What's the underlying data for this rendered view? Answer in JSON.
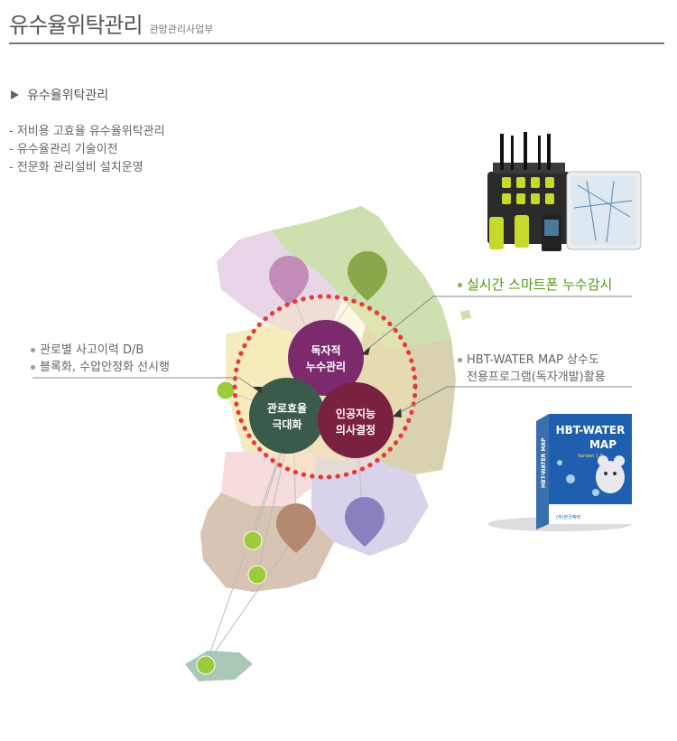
{
  "header": {
    "title": "유수율위탁관리",
    "subtitle": "관망관리사업부"
  },
  "section": {
    "title": "유수율위탁관리"
  },
  "bullets": [
    "- 저비용 고효율 유수율위탁관리",
    "- 유수율관리 기술이전",
    "- 전문화 관리설비 설치운영"
  ],
  "labels": {
    "left_1": "관로별 사고이력 D/B",
    "left_2": "블록화, 수압안정화 선시행",
    "right_top": "실시간 스마트폰 누수감시",
    "right_mid_1": "HBT-WATER MAP 상수도",
    "right_mid_2": "전용프로그램(독자개발)활용"
  },
  "circles": {
    "top": [
      "독자적",
      "누수관리"
    ],
    "left": [
      "관로효율",
      "극대화"
    ],
    "right": [
      "인공지능",
      "의사결정"
    ]
  },
  "product_box": {
    "title_1": "HBT-WATER",
    "title_2": "MAP",
    "version": "Version 1.0",
    "spine": "HBT-WATER MAP",
    "maker": "(주)한국벡택"
  },
  "colors": {
    "accent_green": "#4a9a12",
    "circle_top": "#7c2a6e",
    "circle_left": "#3a5a4a",
    "circle_right": "#7a2040",
    "ring": "#e8393a"
  }
}
